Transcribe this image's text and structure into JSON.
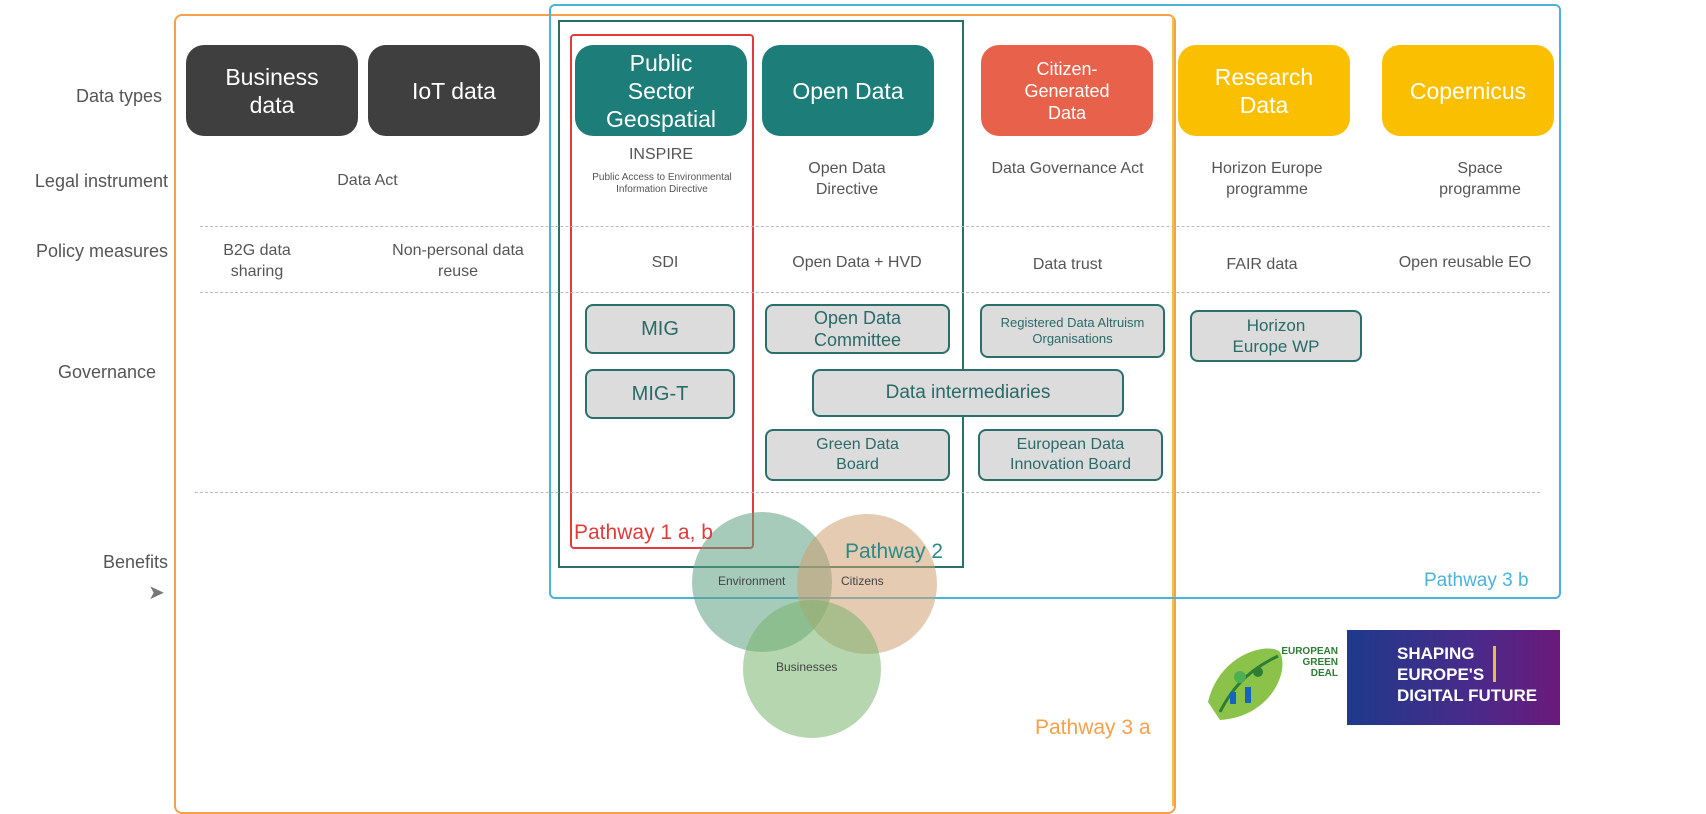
{
  "row_labels": {
    "data_types": "Data types",
    "legal": "Legal instrument",
    "policy": "Policy measures",
    "governance": "Governance",
    "benefits": "Benefits"
  },
  "data_types": {
    "business": "Business data",
    "iot": "IoT data",
    "public_sector": "Public Sector Geospatial",
    "open_data": "Open Data",
    "citizen": "Citizen-Generated Data",
    "research": "Research Data",
    "copernicus": "Copernicus"
  },
  "legal": {
    "data_act": "Data Act",
    "inspire": "INSPIRE",
    "inspire_sub": "Public Access to Environmental Information Directive",
    "open_data_directive": "Open Data Directive",
    "dga": "Data Governance Act",
    "horizon": "Horizon Europe programme",
    "space": "Space programme"
  },
  "policy": {
    "b2g": "B2G data sharing",
    "non_personal": "Non-personal data reuse",
    "sdi": "SDI",
    "open_hvd": "Open Data + HVD",
    "trust": "Data trust",
    "fair": "FAIR data",
    "open_eo": "Open reusable EO"
  },
  "governance": {
    "mig": "MIG",
    "mig_t": "MIG-T",
    "odc": "Open Data Committee",
    "rdao": "Registered Data Altruism Organisations",
    "intermediaries": "Data intermediaries",
    "green_board": "Green Data Board",
    "edib": "European Data Innovation Board",
    "horizon_wp": "Horizon Europe WP"
  },
  "benefits": {
    "environment": "Environment",
    "citizens": "Citizens",
    "businesses": "Businesses"
  },
  "pathways": {
    "p1": "Pathway 1 a, b",
    "p2": "Pathway 2",
    "p3a": "Pathway 3 a",
    "p3b": "Pathway 3 b"
  },
  "logos": {
    "green_deal": "EUROPEAN GREEN DEAL",
    "digital_l1": "SHAPING",
    "digital_l2": "EUROPE'S",
    "digital_l3": "DIGITAL FUTURE"
  },
  "colors": {
    "dark": "#3f3f3f",
    "teal": "#1d7d79",
    "citizen_red": "#e8624b",
    "gold": "#fac000",
    "pathway1": "#e23b3b",
    "pathway2": "#2b6f6c",
    "pathway3a": "#f5a04a",
    "pathway3b": "#4ab3dc"
  }
}
